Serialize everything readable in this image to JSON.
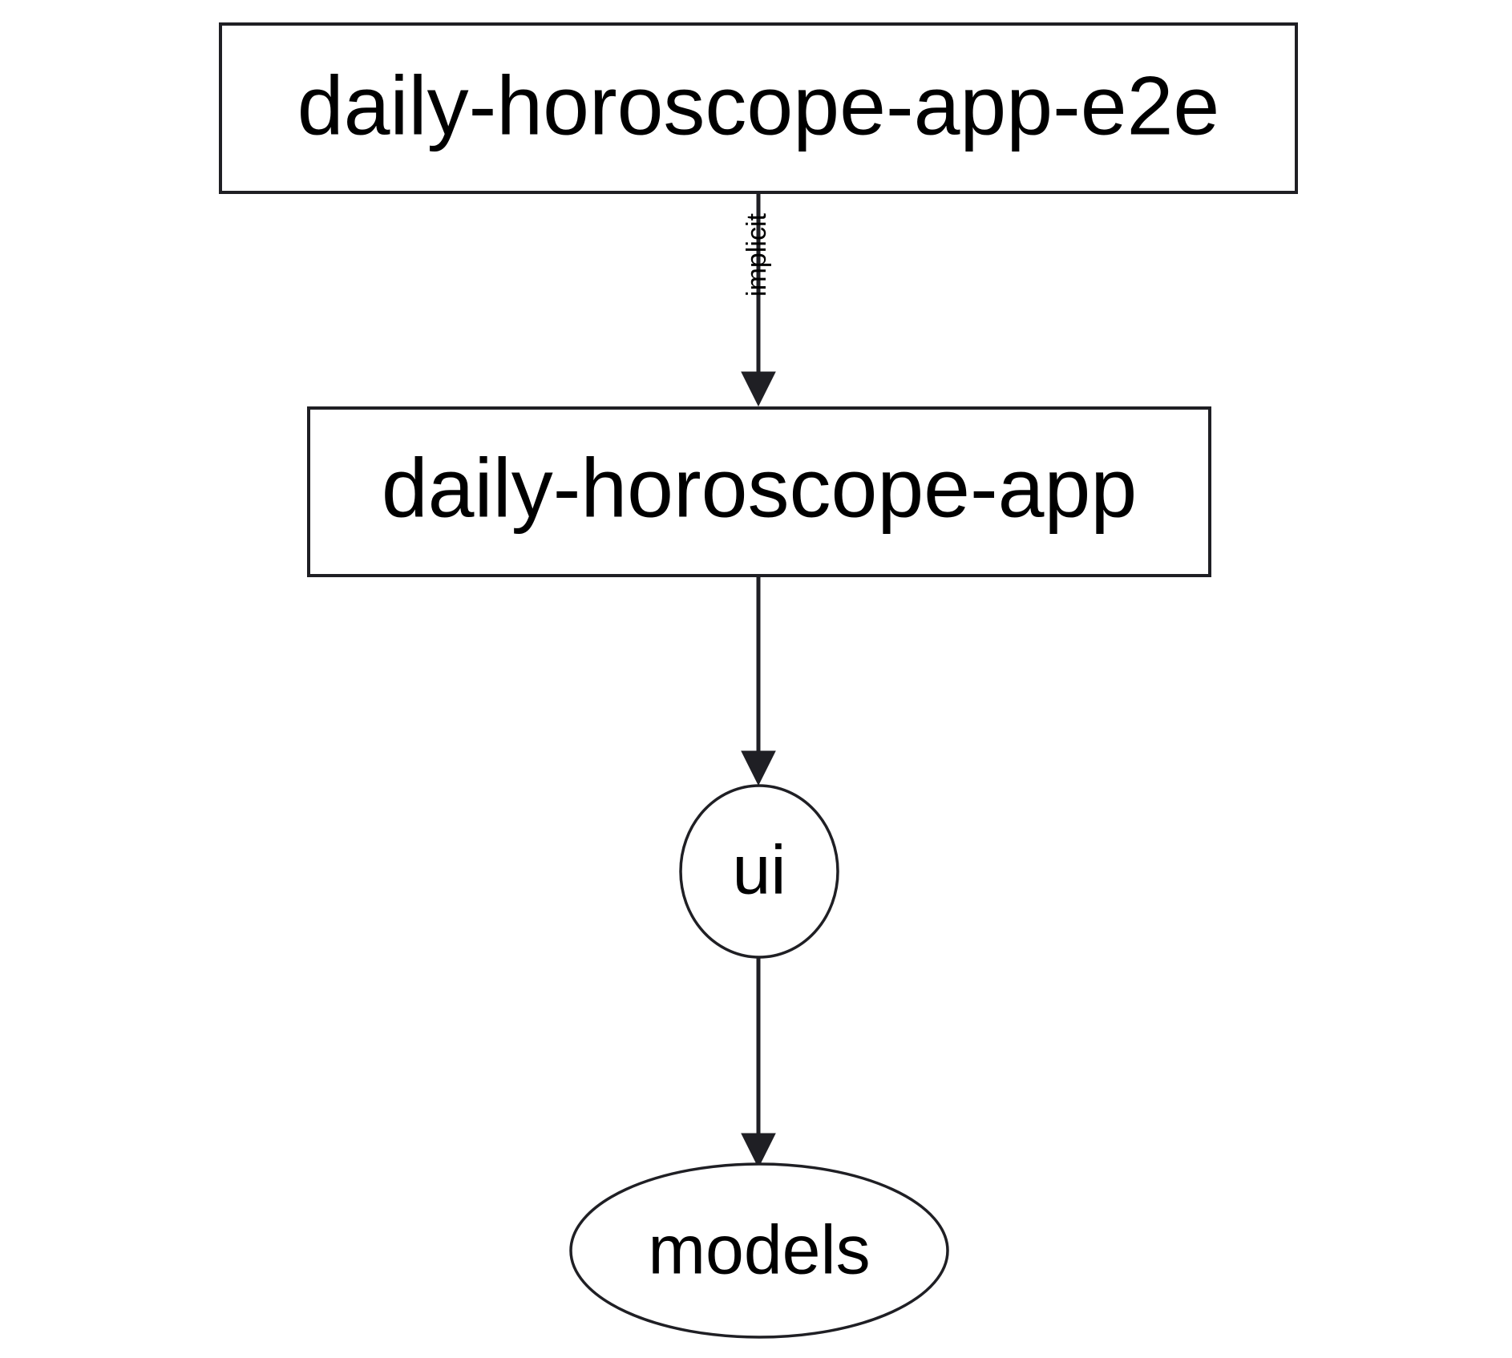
{
  "diagram": {
    "type": "dependency-graph",
    "background_color": "#ffffff",
    "stroke_color": "#1f1f24",
    "text_color": "#000000",
    "nodes": [
      {
        "id": "daily-horoscope-app-e2e",
        "label": "daily-horoscope-app-e2e",
        "shape": "rectangle"
      },
      {
        "id": "daily-horoscope-app",
        "label": "daily-horoscope-app",
        "shape": "rectangle"
      },
      {
        "id": "ui",
        "label": "ui",
        "shape": "ellipse"
      },
      {
        "id": "models",
        "label": "models",
        "shape": "ellipse"
      }
    ],
    "edges": [
      {
        "from": "daily-horoscope-app-e2e",
        "to": "daily-horoscope-app",
        "label": "implicit",
        "label_orientation": "vertical"
      },
      {
        "from": "daily-horoscope-app",
        "to": "ui",
        "label": ""
      },
      {
        "from": "ui",
        "to": "models",
        "label": ""
      }
    ]
  }
}
